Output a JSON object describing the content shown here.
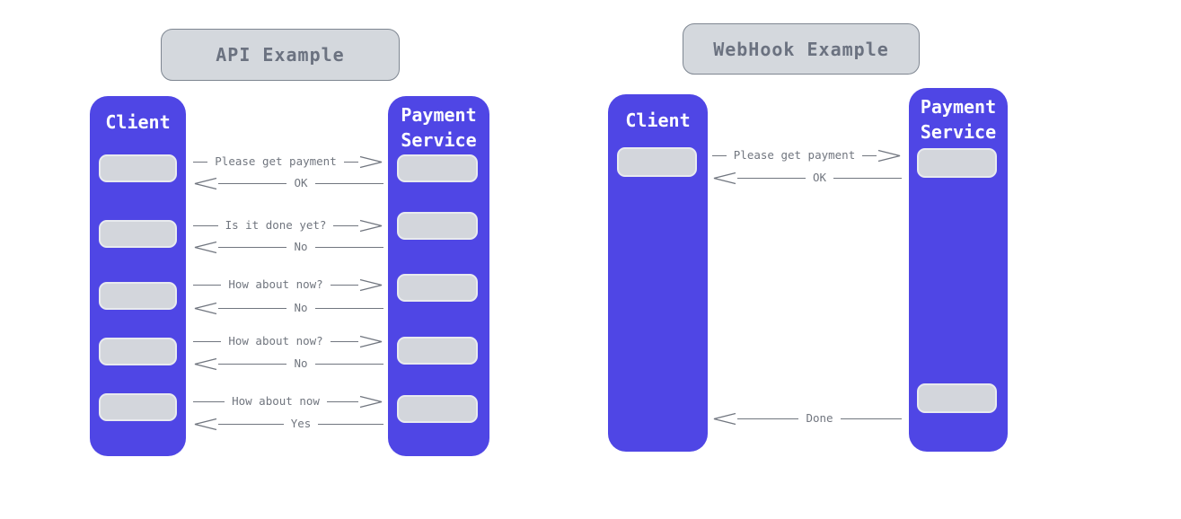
{
  "colors": {
    "column": "#4f46e5",
    "activation_fill": "#d3d6dc",
    "activation_border": "#e8eaee",
    "title_fill": "#d4d8dd",
    "title_border": "#7e8691",
    "text_grey": "#6b7280",
    "arrow": "#71767f",
    "header_text": "#ffffff",
    "canvas_bg": "#ffffff"
  },
  "diagrams": [
    {
      "title": "API Example",
      "actors": [
        {
          "name": "Client"
        },
        {
          "name": "Payment Service"
        }
      ],
      "messages": [
        {
          "label": "Please get payment",
          "direction": "right",
          "from": "Client",
          "to": "Payment Service"
        },
        {
          "label": "OK",
          "direction": "left",
          "from": "Payment Service",
          "to": "Client"
        },
        {
          "label": "Is it done yet?",
          "direction": "right",
          "from": "Client",
          "to": "Payment Service"
        },
        {
          "label": "No",
          "direction": "left",
          "from": "Payment Service",
          "to": "Client"
        },
        {
          "label": "How about now?",
          "direction": "right",
          "from": "Client",
          "to": "Payment Service"
        },
        {
          "label": "No",
          "direction": "left",
          "from": "Payment Service",
          "to": "Client"
        },
        {
          "label": "How about now?",
          "direction": "right",
          "from": "Client",
          "to": "Payment Service"
        },
        {
          "label": "No",
          "direction": "left",
          "from": "Payment Service",
          "to": "Client"
        },
        {
          "label": "How about now",
          "direction": "right",
          "from": "Client",
          "to": "Payment Service"
        },
        {
          "label": "Yes",
          "direction": "left",
          "from": "Payment Service",
          "to": "Client"
        }
      ]
    },
    {
      "title": "WebHook Example",
      "actors": [
        {
          "name": "Client"
        },
        {
          "name": "Payment Service"
        }
      ],
      "messages": [
        {
          "label": "Please get payment",
          "direction": "right",
          "from": "Client",
          "to": "Payment Service"
        },
        {
          "label": "OK",
          "direction": "left",
          "from": "Payment Service",
          "to": "Client"
        },
        {
          "label": "Done",
          "direction": "left",
          "from": "Payment Service",
          "to": "Client"
        }
      ]
    }
  ]
}
